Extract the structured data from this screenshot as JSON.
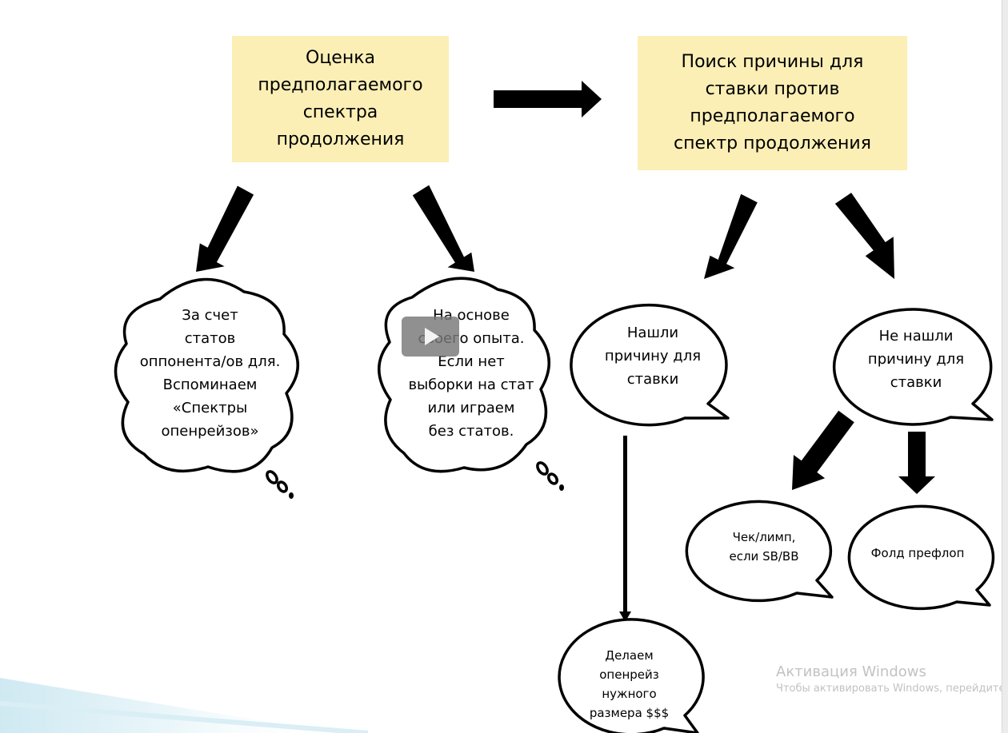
{
  "boxes": {
    "estimate": "Оценка\nпредполагаемого\nспектра\nпродолжения",
    "search": "Поиск причины для\nставки против\nпредполагаемого\nспектр продолжения"
  },
  "clouds": {
    "stats": "За счет\nстатов\nоппонента/ов для.\nВспоминаем\n«Спектры\nопенрейзов»",
    "experience": "На основе\nсвоего опыта.\nЕсли нет\nвыборки на стат\nили играем\nбез статов."
  },
  "bubbles": {
    "found": "Нашли\nпричину для\nставки",
    "not_found": "Не нашли\nпричину для\nставки",
    "check_limp": "Чек/лимп,\nесли SB/BB",
    "fold": "Фолд префлоп",
    "openraise": "Делаем\nопенрейз\nнужного\nразмера $$$"
  },
  "overlay": {
    "play_icon": "play-icon",
    "activation_title": "Активация Windows",
    "activation_sub": "Чтобы активировать Windows, перейдите"
  },
  "colors": {
    "box_fill": "#fbefb6",
    "arrow": "#000000",
    "watermark": "#c2c2c2"
  }
}
